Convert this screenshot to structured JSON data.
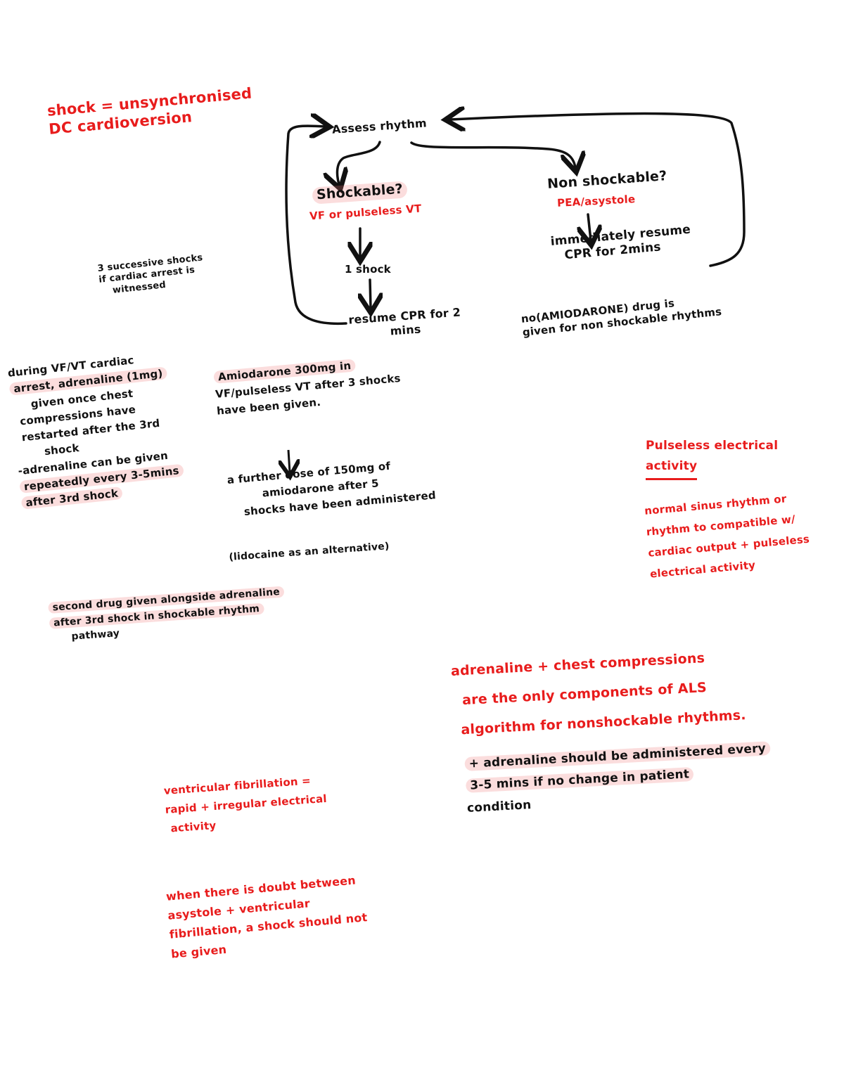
{
  "colors": {
    "ink_red": "#e81c1c",
    "ink_black": "#111111",
    "highlight": "#f4c0c0"
  },
  "shock_def": [
    "shock = unsynchronised",
    "DC cardioversion"
  ],
  "flow": {
    "assess": "Assess rhythm",
    "shockable_q": "Shockable?",
    "shockable_types": "VF or pulseless VT",
    "one_shock": "1 shock",
    "resume_cpr": [
      "resume CPR for 2",
      "mins"
    ],
    "non_shockable_q": "Non shockable?",
    "non_shockable_types": "PEA/asystole",
    "immediately_resume": [
      "immediately resume",
      "CPR for 2mins"
    ]
  },
  "notes": {
    "three_shocks": [
      "3 successive shocks",
      "if cardiac arrest is",
      "witnessed"
    ],
    "no_drug": [
      "no(AMIODARONE) drug is",
      "given for non shockable rhythms"
    ],
    "vf_vt": [
      "during VF/VT cardiac",
      "arrest, adrenaline (1mg)",
      "given once chest",
      "compressions have",
      "restarted after the 3rd",
      "shock",
      "-adrenaline can be given",
      "repeatedly every 3-5mins",
      "after 3rd shock"
    ],
    "amiodarone": [
      "Amiodarone 300mg in",
      "VF/pulseless VT after 3 shocks",
      "have been given."
    ],
    "further_dose": [
      "a further dose of 150mg of",
      "amiodarone after 5",
      "shocks have been administered"
    ],
    "lidocaine": "(lidocaine as an alternative)",
    "second_drug": [
      "second drug given alongside adrenaline",
      "after 3rd shock in shockable rhythm",
      "pathway"
    ],
    "pea_title": [
      "Pulseless electrical",
      "activity"
    ],
    "pea_def": [
      "normal sinus rhythm or",
      "rhythm to compatible w/",
      "cardiac output + pulseless",
      "electrical activity"
    ],
    "adrenaline_cc": [
      "adrenaline + chest compressions",
      "are the only components of ALS",
      "algorithm for nonshockable rhythms."
    ],
    "adrenaline_repeat": [
      "+ adrenaline should be administered every",
      "3-5 mins if no change in patient",
      "condition"
    ],
    "vf_def": [
      "ventricular fibrillation =",
      "rapid + irregular electrical",
      "activity"
    ],
    "doubt": [
      "when there is doubt between",
      "asystole + ventricular",
      "fibrillation, a shock should not",
      "be given"
    ]
  }
}
